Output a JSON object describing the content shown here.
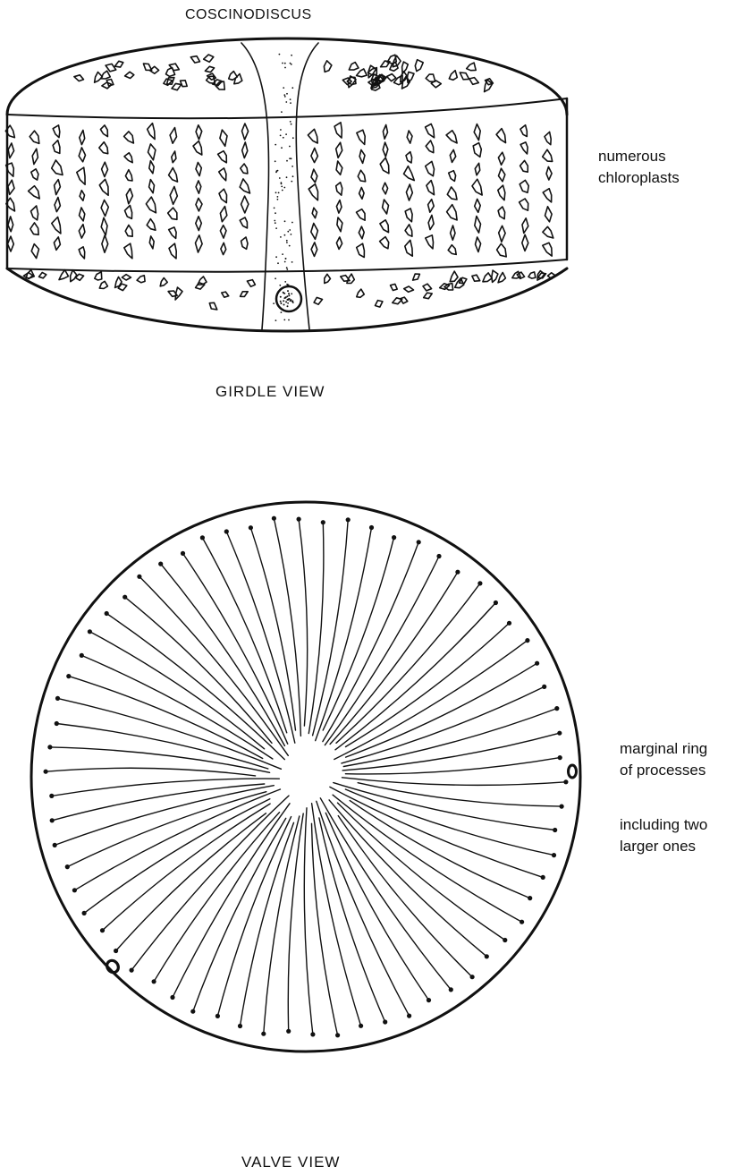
{
  "figure": {
    "title": "COSCINODISCUS",
    "girdle_caption": "GIRDLE VIEW",
    "valve_caption": "VALVE VIEW",
    "labels": {
      "chloroplasts_line1": "numerous",
      "chloroplasts_line2": "chloroplasts",
      "ring_line1": "marginal ring",
      "ring_line2": "of processes",
      "larger_line1": "including two",
      "larger_line2": "larger ones"
    },
    "ink_color": "#111111",
    "background_color": "#ffffff"
  }
}
